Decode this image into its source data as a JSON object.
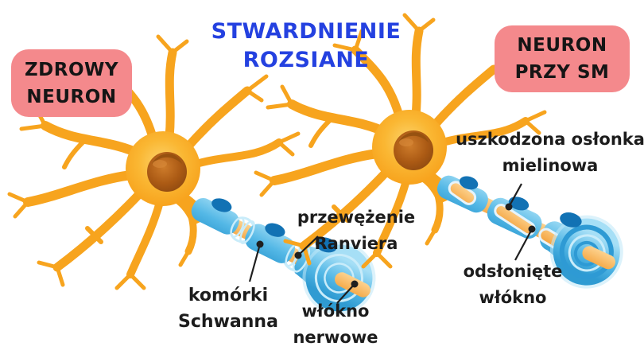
{
  "title": {
    "line1": "STWARDNIENIE",
    "line2": "ROZSIANE"
  },
  "badges": {
    "healthy": {
      "line1": "ZDROWY",
      "line2": "NEURON"
    },
    "ms": {
      "line1": "NEURON",
      "line2": "PRZY SM"
    }
  },
  "annotations": {
    "ranvier_node": {
      "line1": "przewężenie",
      "line2": "Ranviera"
    },
    "schwann_cells": {
      "line1": "komórki",
      "line2": "Schwanna"
    },
    "nerve_fiber": {
      "line1": "włókno",
      "line2": "nerwowe"
    },
    "damaged_myelin": {
      "line1": "uszkodzona osłonka",
      "line2": "mielinowa"
    },
    "exposed_fiber": {
      "line1": "odsłonięte",
      "line2": "włókno"
    }
  },
  "colors": {
    "badge-pink": "#F4898C",
    "title-blue": "#2441E0",
    "ink": "#1C1C1C",
    "neuron-gold": "#F7A41E",
    "myelin-blue": "#54B8E6",
    "schwann-nucleus-blue": "#1272B4",
    "fiber-orange": "#F9B455",
    "soma-nucleus-brown": "#A85612"
  }
}
